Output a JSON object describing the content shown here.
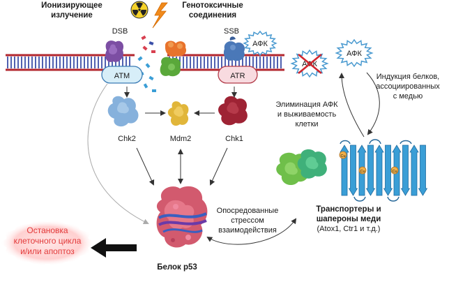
{
  "labels": {
    "ionizing_line1": "Ионизирующее",
    "ionizing_line2": "излучение",
    "genotoxic_line1": "Генотоксичные",
    "genotoxic_line2": "соединения",
    "dsb": "DSB",
    "ssb": "SSB",
    "afk_bubble": "АФК",
    "atm": "ATM",
    "atr": "ATR",
    "chk2": "Chk2",
    "mdm2": "Mdm2",
    "chk1": "Chk1",
    "p53": "Белок p53",
    "stress_line1": "Опосредованные",
    "stress_line2": "стрессом",
    "stress_line3": "взаимодействия",
    "transport_line1": "Транспортеры и",
    "transport_line2": "шапероны меди",
    "transport_line3": "(Atox1, Ctr1 и т.д.)",
    "elim_line1": "Элиминация АФК",
    "elim_line2": "и выживаемость",
    "elim_line3": "клетки",
    "induction_line1": "Индукция белков,",
    "induction_line2": "ассоциированных",
    "induction_line3": "с медью",
    "arrest_line1": "Остановка",
    "arrest_line2": "клеточного цикла",
    "arrest_line3": "и/или апоптоз",
    "cu": "Cu"
  },
  "icons": {
    "radiation": "radiation-hazard-icon",
    "lightning": "lightning-icon",
    "afk_crossed": "afk-eliminated-icon"
  },
  "colors": {
    "dna_strand": "#b2262e",
    "dna_rungs": "#3b4fa8",
    "atm_fill": "#d7eef8",
    "atm_stroke": "#3a7bb5",
    "atr_fill": "#f8dbe0",
    "atr_stroke": "#b23a48",
    "chk2": "#86b1dc",
    "mdm2": "#e1b63a",
    "chk1": "#9e2334",
    "arrest_text": "#e23a3a",
    "chaperone_green": "#6fbf4a",
    "chaperone_teal": "#3fb07a",
    "transporter_blue": "#3a9ed6"
  }
}
